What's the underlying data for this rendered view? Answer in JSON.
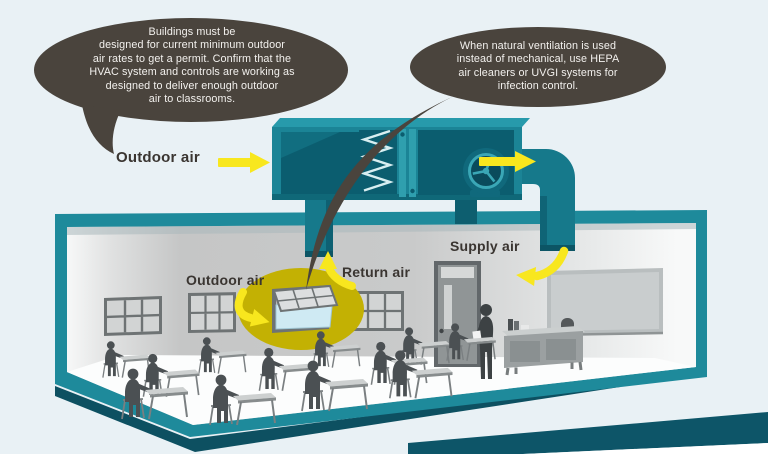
{
  "callouts": {
    "left": {
      "text": "Buildings must be\ndesigned for current minimum outdoor\nair rates to get a permit. Confirm that the\nHVAC system and controls are working as\ndesigned to deliver enough outdoor\nair to classrooms."
    },
    "right": {
      "text": "When natural ventilation is used\ninstead of mechanical, use HEPA\nair cleaners or UVGI systems for\ninfection control."
    }
  },
  "labels": {
    "outdoor_air_intake": "Outdoor air",
    "outdoor_air_window": "Outdoor air",
    "return_air": "Return air",
    "supply_air": "Supply air"
  },
  "colors": {
    "background": "#e9f1f5",
    "teal": "#1b8496",
    "teal_light": "#2f9fae",
    "teal_dark": "#0c5f71",
    "teal_deep": "#0d4f61",
    "yellow": "#f8e71e",
    "bubble": "#4a443d",
    "window_highlight": "#c3b103",
    "silhouette": "#4b5053"
  },
  "icons": {
    "fan": "fan-icon",
    "filter": "air-filter-zigzag-icon",
    "arrow_right": "arrow-right-icon",
    "arrow_curved_down": "arrow-curve-down-icon",
    "arrow_curved_up": "arrow-curve-up-icon",
    "arrow_curved_left": "arrow-curve-left-icon"
  }
}
